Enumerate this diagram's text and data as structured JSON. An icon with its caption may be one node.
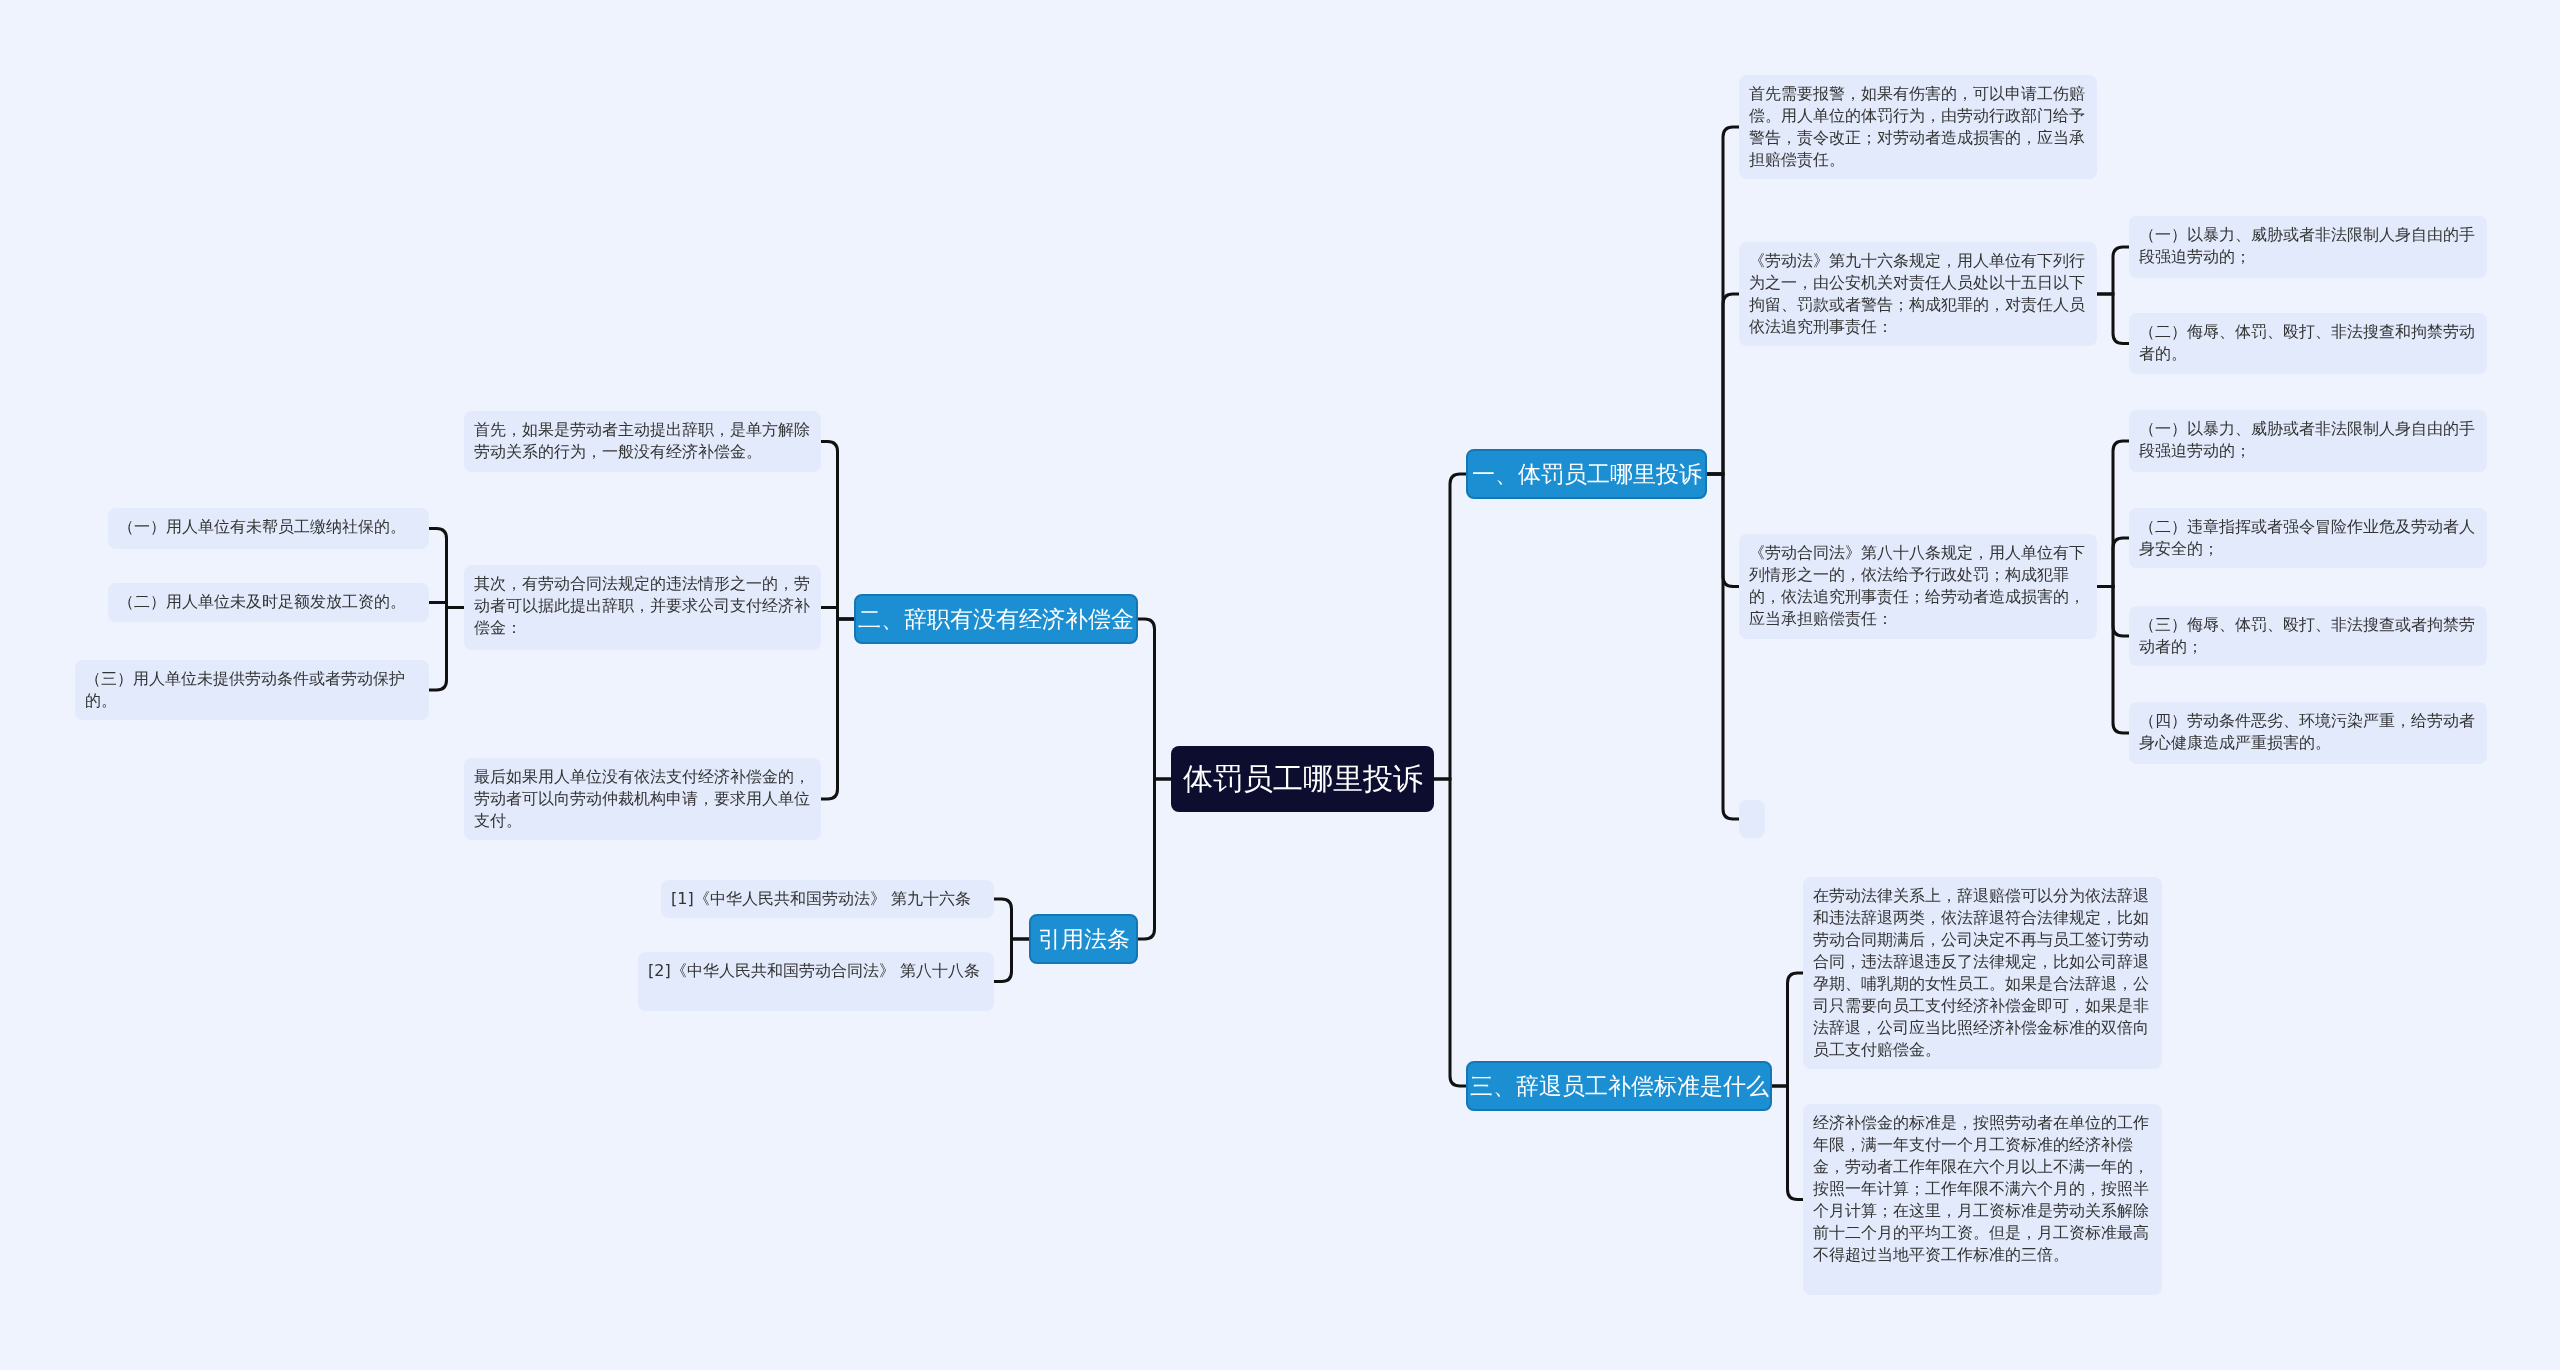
{
  "diagram": {
    "nodes": [
      {
        "text": [
          "体罚员工哪里投诉"
        ]
      },
      {
        "text": [
          "一、体罚员工哪里投诉"
        ]
      },
      {
        "text": [
          "首先需要报警，如果有伤害的，可以申请工伤赔偿。用人单位的体罚行为，由劳动行政部门给予警告，责令改正；对劳动者造成损害的，应当承担赔偿责任。"
        ]
      },
      {
        "text": [
          "《劳动法》第九十六条规定，用人单位有下列行为之一，由公安机关对责任人员处以十五日以下拘留、罚款或者警告；构成犯罪的，对责任人员依法追究刑事责任："
        ]
      },
      {
        "text": [
          "（一）以暴力、威胁或者非法限制人身自由的手段强迫劳动的；"
        ]
      },
      {
        "text": [
          "（二）侮辱、体罚、殴打、非法搜查和拘禁劳动者的。"
        ]
      },
      {
        "text": [
          "《劳动合同法》第八十八条规定，用人单位有下列情形之一的，依法给予行政处罚；构成犯罪的，依法追究刑事责任；给劳动者造成损害的，应当承担赔偿责任："
        ]
      },
      {
        "text": [
          "（一）以暴力、威胁或者非法限制人身自由的手段强迫劳动的；"
        ]
      },
      {
        "text": [
          "（二）违章指挥或者强令冒险作业危及劳动者人身安全的；"
        ]
      },
      {
        "text": [
          "（三）侮辱、体罚、殴打、非法搜查或者拘禁劳动者的；"
        ]
      },
      {
        "text": [
          "（四）劳动条件恶劣、环境污染严重，给劳动者身心健康造成严重损害的。"
        ]
      },
      {
        "text": [],
        "shape": "box"
      },
      {
        "text": [
          "二、辞职有没有经济补偿金"
        ]
      },
      {
        "text": [
          "首先，如果是劳动者主动提出辞职，是单方解除劳动关系的行为，一般没有经济补偿金。"
        ]
      },
      {
        "text": [
          "其次，有劳动合同法规定的违法情形之一的，劳动者可以据此提出辞职，并要求公司支付经济补偿金："
        ]
      },
      {
        "text": [
          "（一）用人单位有未帮员工缴纳社保的。"
        ]
      },
      {
        "text": [
          "（二）用人单位未及时足额发放工资的。"
        ]
      },
      {
        "text": [
          "（三）用人单位未提供劳动条件或者劳动保护的。"
        ]
      },
      {
        "text": [
          "最后如果用人单位没有依法支付经济补偿金的，劳动者可以向劳动仲裁机构申请，要求用人单位支付。"
        ]
      },
      {
        "text": [
          "引用法条"
        ]
      },
      {
        "text": [
          "[1]《中华人民共和国劳动法》 第九十六条"
        ]
      },
      {
        "text": [
          "[2]《中华人民共和国劳动合同法》 第八十八条"
        ]
      },
      {
        "text": [
          "三、辞退员工补偿标准是什么"
        ]
      },
      {
        "text": [
          "在劳动法律关系上，辞退赔偿可以分为依法辞退和违法辞退两类，依法辞退符合法律规定，比如劳动合同期满后，公司决定不再与员工签订劳动合同，违法辞退违反了法律规定，比如公司辞退孕期、哺乳期的女性员工。如果是合法辞退，公司只需要向员工支付经济补偿金即可，如果是非法辞退，公司应当比照经济补偿金标准的双倍向员工支付赔偿金。"
        ]
      },
      {
        "text": [
          "经济补偿金的标准是，按照劳动者在单位的工作年限，满一年支付一个月工资标准的经济补偿金，劳动者工作年限在六个月以上不满一年的，按照一年计算；工作年限不满六个月的，按照半个月计算；在这里，月工资标准是劳动关系解除前十二个月的平均工资。但是，月工资标准最高不得超过当地平资工作标准的三倍。"
        ]
      }
    ],
    "edges": [
      {
        "from": 0,
        "to": 1,
        "arrow": "none"
      },
      {
        "from": 1,
        "to": 2,
        "arrow": "none"
      },
      {
        "from": 1,
        "to": 3,
        "arrow": "none"
      },
      {
        "from": 3,
        "to": 4,
        "arrow": "none"
      },
      {
        "from": 3,
        "to": 5,
        "arrow": "none"
      },
      {
        "from": 1,
        "to": 6,
        "arrow": "none"
      },
      {
        "from": 6,
        "to": 7,
        "arrow": "none"
      },
      {
        "from": 6,
        "to": 8,
        "arrow": "none"
      },
      {
        "from": 6,
        "to": 9,
        "arrow": "none"
      },
      {
        "from": 6,
        "to": 10,
        "arrow": "none"
      },
      {
        "from": 1,
        "to": 11,
        "arrow": "none"
      },
      {
        "from": 0,
        "to": 12,
        "arrow": "none"
      },
      {
        "from": 12,
        "to": 13,
        "arrow": "none"
      },
      {
        "from": 12,
        "to": 14,
        "arrow": "none"
      },
      {
        "from": 14,
        "to": 15,
        "arrow": "none"
      },
      {
        "from": 14,
        "to": 16,
        "arrow": "none"
      },
      {
        "from": 14,
        "to": 17,
        "arrow": "none"
      },
      {
        "from": 12,
        "to": 18,
        "arrow": "none"
      },
      {
        "from": 0,
        "to": 19,
        "arrow": "none"
      },
      {
        "from": 19,
        "to": 20,
        "arrow": "none"
      },
      {
        "from": 19,
        "to": 21,
        "arrow": "none"
      },
      {
        "from": 0,
        "to": 22,
        "arrow": "none"
      },
      {
        "from": 22,
        "to": 23,
        "arrow": "none"
      },
      {
        "from": 22,
        "to": 24,
        "arrow": "none"
      }
    ]
  }
}
